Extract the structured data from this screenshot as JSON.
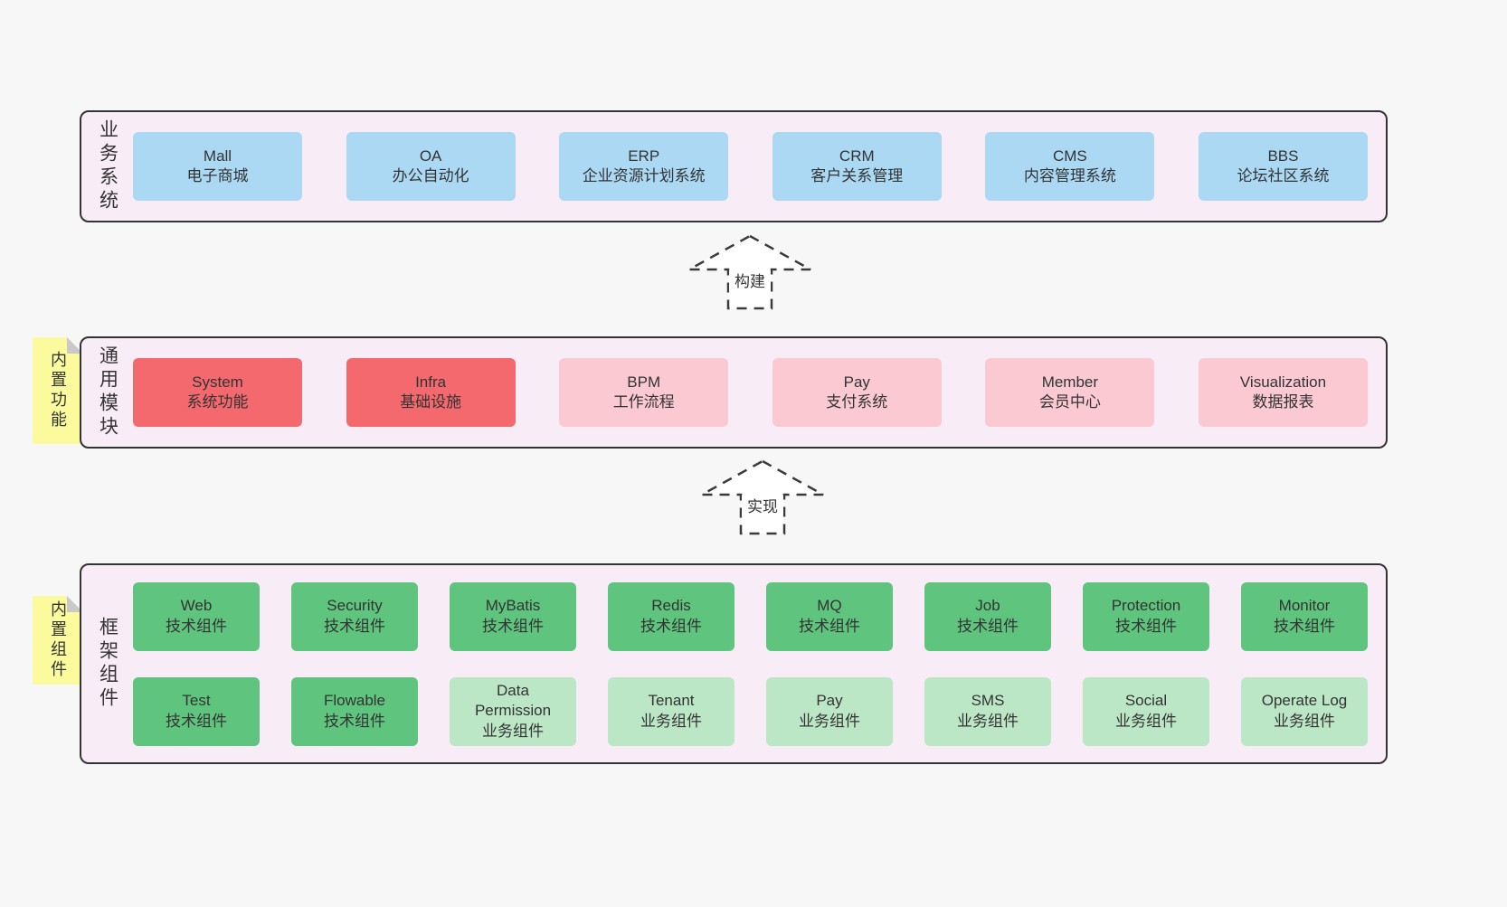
{
  "colors": {
    "page_bg": "#f7f7f7",
    "panel_bg": "#f8edf6",
    "panel_border": "#333333",
    "box_blue": "#abd9f4",
    "box_red": "#f4696d",
    "box_pink": "#fbc9d2",
    "box_green_dark": "#5fc47d",
    "box_green_light": "#bce7c6",
    "sticky_yellow": "#fbfb9e",
    "sticky_fold_gray": "#c9c9c9",
    "text": "#333333"
  },
  "arrows": [
    {
      "label": "构建"
    },
    {
      "label": "实现"
    }
  ],
  "layers": {
    "business": {
      "side_label": "业务系统",
      "boxes": [
        {
          "title": "Mall",
          "subtitle": "电子商城"
        },
        {
          "title": "OA",
          "subtitle": "办公自动化"
        },
        {
          "title": "ERP",
          "subtitle": "企业资源计划系统"
        },
        {
          "title": "CRM",
          "subtitle": "客户关系管理"
        },
        {
          "title": "CMS",
          "subtitle": "内容管理系统"
        },
        {
          "title": "BBS",
          "subtitle": "论坛社区系统"
        }
      ]
    },
    "modules": {
      "side_label": "通用模块",
      "sticky_label": "内置功能",
      "boxes": [
        {
          "title": "System",
          "subtitle": "系统功能",
          "variant": "red"
        },
        {
          "title": "Infra",
          "subtitle": "基础设施",
          "variant": "red"
        },
        {
          "title": "BPM",
          "subtitle": "工作流程",
          "variant": "pink"
        },
        {
          "title": "Pay",
          "subtitle": "支付系统",
          "variant": "pink"
        },
        {
          "title": "Member",
          "subtitle": "会员中心",
          "variant": "pink"
        },
        {
          "title": "Visualization",
          "subtitle": "数据报表",
          "variant": "pink"
        }
      ]
    },
    "components": {
      "side_label": "框架组件",
      "sticky_label": "内置组件",
      "row1": [
        {
          "title": "Web",
          "subtitle": "技术组件",
          "variant": "green-dark"
        },
        {
          "title": "Security",
          "subtitle": "技术组件",
          "variant": "green-dark"
        },
        {
          "title": "MyBatis",
          "subtitle": "技术组件",
          "variant": "green-dark"
        },
        {
          "title": "Redis",
          "subtitle": "技术组件",
          "variant": "green-dark"
        },
        {
          "title": "MQ",
          "subtitle": "技术组件",
          "variant": "green-dark"
        },
        {
          "title": "Job",
          "subtitle": "技术组件",
          "variant": "green-dark"
        },
        {
          "title": "Protection",
          "subtitle": "技术组件",
          "variant": "green-dark"
        },
        {
          "title": "Monitor",
          "subtitle": "技术组件",
          "variant": "green-dark"
        }
      ],
      "row2": [
        {
          "title": "Test",
          "subtitle": "技术组件",
          "variant": "green-dark"
        },
        {
          "title": "Flowable",
          "subtitle": "技术组件",
          "variant": "green-dark"
        },
        {
          "title": "Data Permission",
          "subtitle": "业务组件",
          "variant": "green-light"
        },
        {
          "title": "Tenant",
          "subtitle": "业务组件",
          "variant": "green-light"
        },
        {
          "title": "Pay",
          "subtitle": "业务组件",
          "variant": "green-light"
        },
        {
          "title": "SMS",
          "subtitle": "业务组件",
          "variant": "green-light"
        },
        {
          "title": "Social",
          "subtitle": "业务组件",
          "variant": "green-light"
        },
        {
          "title": "Operate Log",
          "subtitle": "业务组件",
          "variant": "green-light"
        }
      ]
    }
  }
}
